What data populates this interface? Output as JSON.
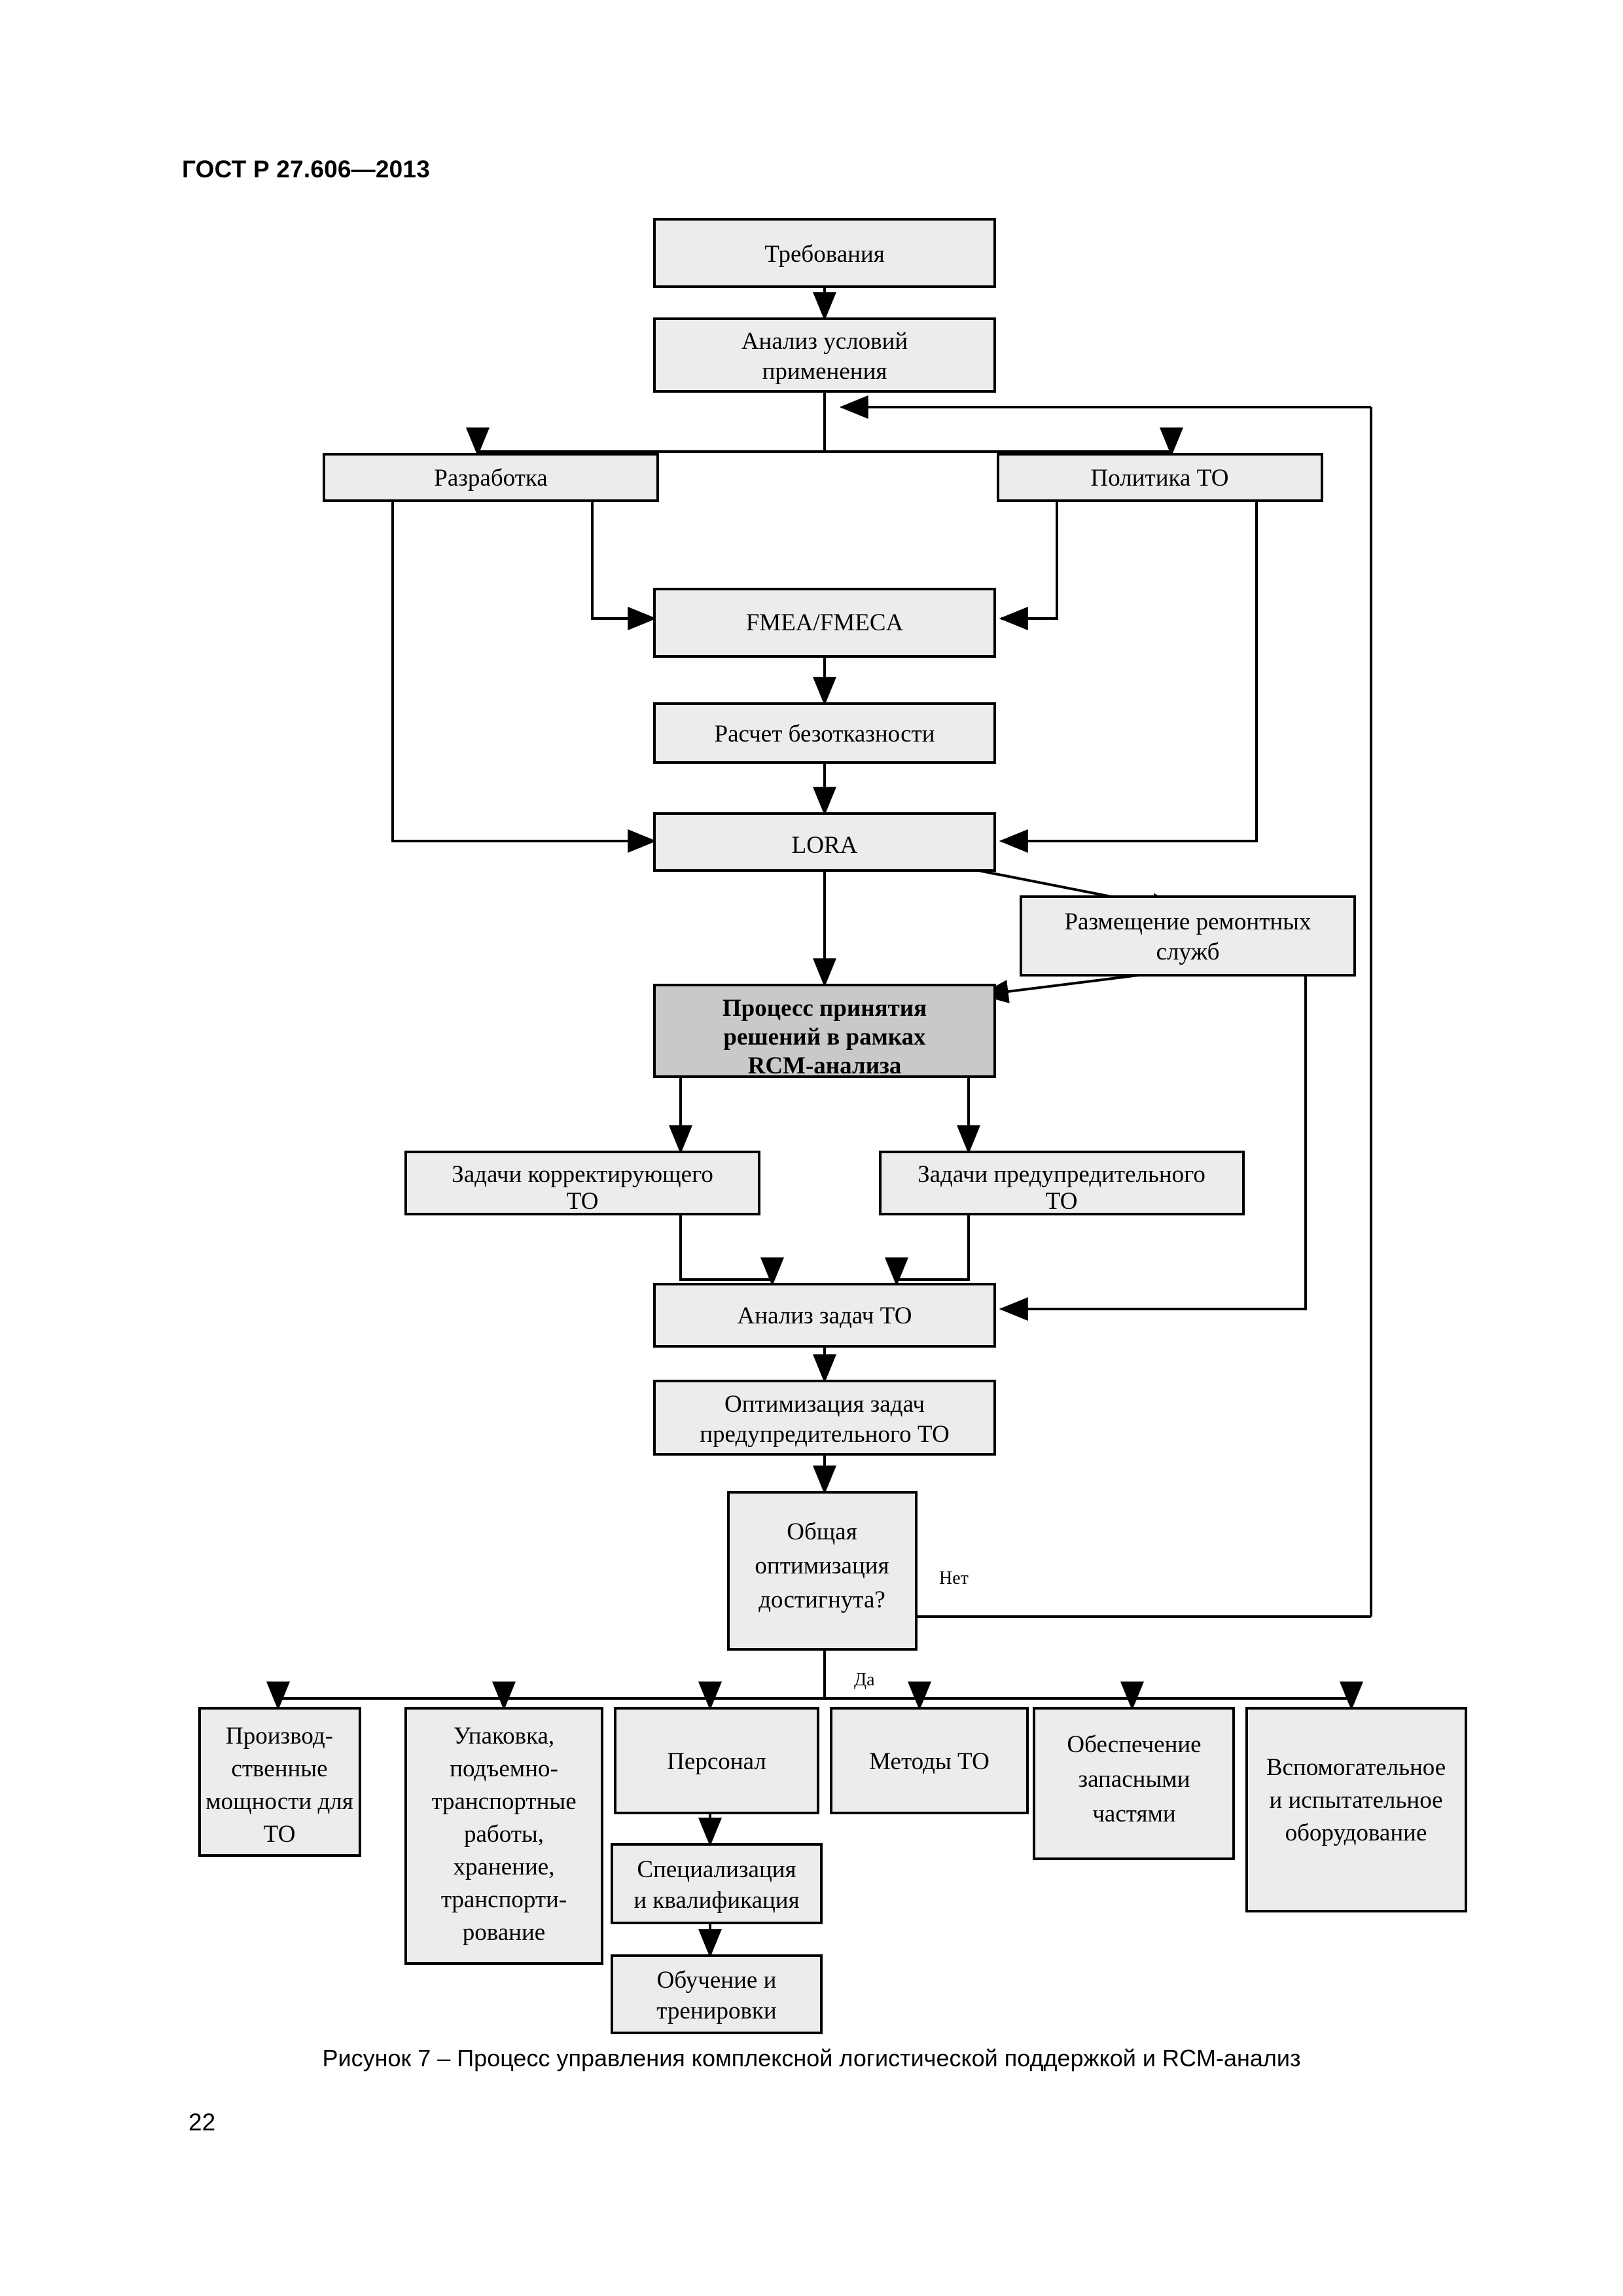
{
  "header": {
    "standard": "ГОСТ Р 27.606—2013"
  },
  "figure": {
    "caption": "Рисунок 7 – Процесс управления комплексной логистической поддержкой и RCM-анализ",
    "page_number": "22",
    "colors": {
      "box_fill": "#ececec",
      "box_fill_emphasis": "#c9c9c9",
      "line": "#000000"
    }
  },
  "chart_data": {
    "type": "diagram",
    "title": "Процесс управления комплексной логистической поддержкой и RCM-анализ",
    "nodes": [
      {
        "id": "requirements",
        "label": "Требования"
      },
      {
        "id": "usage-analysis",
        "label_lines": [
          "Анализ условий",
          "применения"
        ]
      },
      {
        "id": "development",
        "label": "Разработка"
      },
      {
        "id": "maint-policy",
        "label": "Политика ТО"
      },
      {
        "id": "fmea",
        "label": "FMEA/FMECA"
      },
      {
        "id": "reliability",
        "label": "Расчет безотказности"
      },
      {
        "id": "lora",
        "label": "LORA"
      },
      {
        "id": "repair-location",
        "label_lines": [
          "Размещение ремонтных",
          "служб"
        ]
      },
      {
        "id": "rcm-decision",
        "label_lines": [
          "Процесс принятия",
          "решений в рамках",
          "RCM-анализа"
        ],
        "emphasis": true
      },
      {
        "id": "corrective",
        "label_lines": [
          "Задачи корректирующего",
          "ТО"
        ]
      },
      {
        "id": "preventive",
        "label_lines": [
          "Задачи предупредительного",
          "ТО"
        ]
      },
      {
        "id": "task-analysis",
        "label": "Анализ задач ТО"
      },
      {
        "id": "optimization",
        "label_lines": [
          "Оптимизация задач",
          "предупредительного ТО"
        ]
      },
      {
        "id": "overall-check",
        "label_lines": [
          "Общая",
          "оптимизация",
          "достигнута?"
        ],
        "shape": "decision"
      },
      {
        "id": "facilities",
        "label_lines": [
          "Производ-",
          "ственные",
          "мощности для",
          "ТО"
        ]
      },
      {
        "id": "packaging",
        "label_lines": [
          "Упаковка,",
          "подъемно-",
          "транспортные",
          "работы,",
          "хранение,",
          "транспорти-",
          "рование"
        ]
      },
      {
        "id": "personnel",
        "label": "Персонал"
      },
      {
        "id": "methods",
        "label": "Методы ТО"
      },
      {
        "id": "spares",
        "label_lines": [
          "Обеспечение",
          "запасными",
          "частями"
        ]
      },
      {
        "id": "support-equip",
        "label_lines": [
          "Вспомогательное",
          "и испытательное",
          "оборудование"
        ]
      },
      {
        "id": "qualification",
        "label_lines": [
          "Специализация",
          "и квалификация"
        ]
      },
      {
        "id": "training",
        "label_lines": [
          "Обучение и",
          "тренировки"
        ]
      }
    ],
    "edge_labels": [
      {
        "id": "no-branch",
        "label": "Нет"
      },
      {
        "id": "yes-branch",
        "label": "Да"
      }
    ],
    "edges": [
      {
        "from": "requirements",
        "to": "usage-analysis"
      },
      {
        "from": "usage-analysis",
        "to": "development"
      },
      {
        "from": "usage-analysis",
        "to": "maint-policy"
      },
      {
        "from": "development",
        "to": "fmea"
      },
      {
        "from": "development",
        "to": "lora"
      },
      {
        "from": "maint-policy",
        "to": "fmea"
      },
      {
        "from": "maint-policy",
        "to": "lora"
      },
      {
        "from": "fmea",
        "to": "reliability"
      },
      {
        "from": "reliability",
        "to": "lora"
      },
      {
        "from": "lora",
        "to": "repair-location"
      },
      {
        "from": "lora",
        "to": "rcm-decision"
      },
      {
        "from": "repair-location",
        "to": "rcm-decision"
      },
      {
        "from": "repair-location",
        "to": "task-analysis"
      },
      {
        "from": "rcm-decision",
        "to": "corrective"
      },
      {
        "from": "rcm-decision",
        "to": "preventive"
      },
      {
        "from": "corrective",
        "to": "task-analysis"
      },
      {
        "from": "preventive",
        "to": "task-analysis"
      },
      {
        "from": "task-analysis",
        "to": "optimization"
      },
      {
        "from": "optimization",
        "to": "overall-check"
      },
      {
        "from": "overall-check",
        "to": "usage-analysis",
        "label": "Нет"
      },
      {
        "from": "overall-check",
        "to": "facilities",
        "label": "Да"
      },
      {
        "from": "overall-check",
        "to": "packaging",
        "label": "Да"
      },
      {
        "from": "overall-check",
        "to": "personnel",
        "label": "Да"
      },
      {
        "from": "overall-check",
        "to": "methods",
        "label": "Да"
      },
      {
        "from": "overall-check",
        "to": "spares",
        "label": "Да"
      },
      {
        "from": "overall-check",
        "to": "support-equip",
        "label": "Да"
      },
      {
        "from": "personnel",
        "to": "qualification"
      },
      {
        "from": "qualification",
        "to": "training"
      }
    ]
  }
}
